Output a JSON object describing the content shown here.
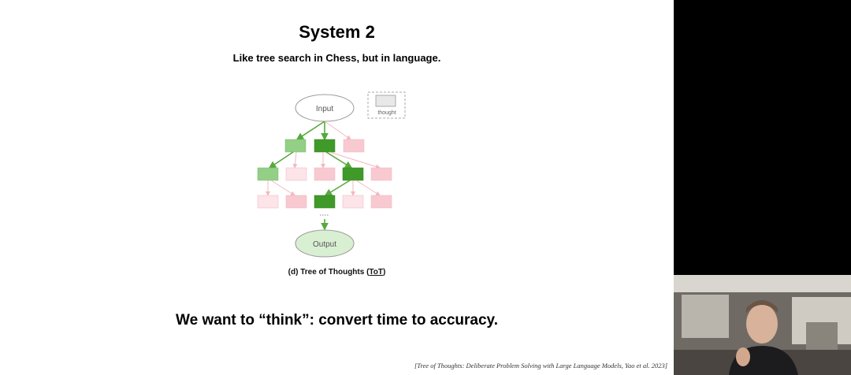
{
  "slide": {
    "title": "System 2",
    "subtitle": "Like tree search in Chess, but in language.",
    "diagram": {
      "input_label": "Input",
      "output_label": "Output",
      "legend_label": "thought",
      "caption_prefix": "(d) Tree of Thoughts (",
      "caption_link": "ToT",
      "caption_suffix": ")"
    },
    "headline": "We want to “think”: convert time to accuracy.",
    "citation": "[Tree of Thoughts: Deliberate Problem Solving with Large Language Models, Yao et al. 2023]"
  },
  "colors": {
    "node_green_dark": "#3f9a2a",
    "node_green_light": "#93cf85",
    "node_pink": "#f8c9d1",
    "node_pink_light": "#fce4e8",
    "arrow_green": "#56a93e",
    "arrow_pink": "#f2b8c2",
    "output_fill": "#d9efd2"
  }
}
